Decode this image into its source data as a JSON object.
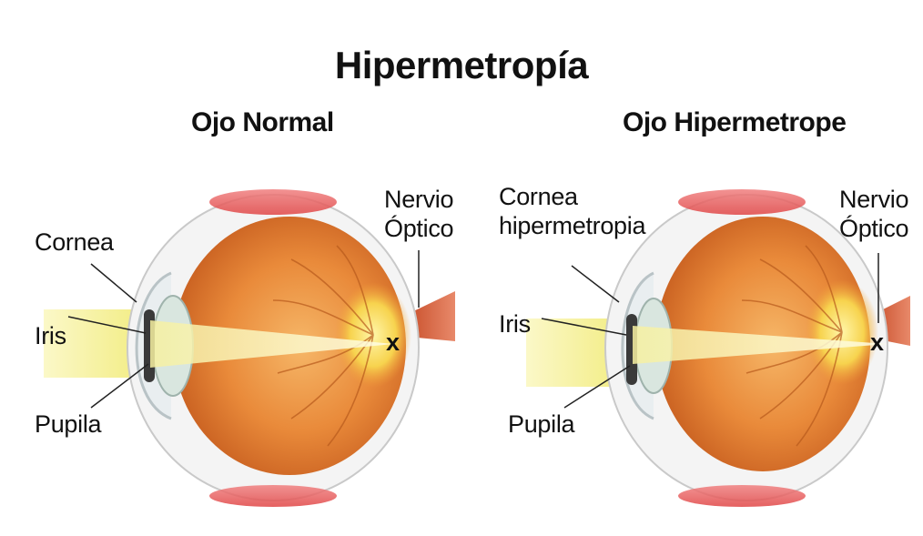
{
  "title": "Hipermetropía",
  "panels": [
    {
      "subtitle": "Ojo Normal",
      "labels": {
        "cornea": "Cornea",
        "iris": "Iris",
        "pupila": "Pupila",
        "nervio_line1": "Nervio",
        "nervio_line2": "Óptico",
        "focus_mark": "x"
      }
    },
    {
      "subtitle": "Ojo Hipermetrope",
      "labels": {
        "cornea_line1": "Cornea",
        "cornea_line2": "hipermetropia",
        "iris": "Iris",
        "pupila": "Pupila",
        "nervio_line1": "Nervio",
        "nervio_line2": "Óptico",
        "focus_mark": "x"
      }
    }
  ]
}
